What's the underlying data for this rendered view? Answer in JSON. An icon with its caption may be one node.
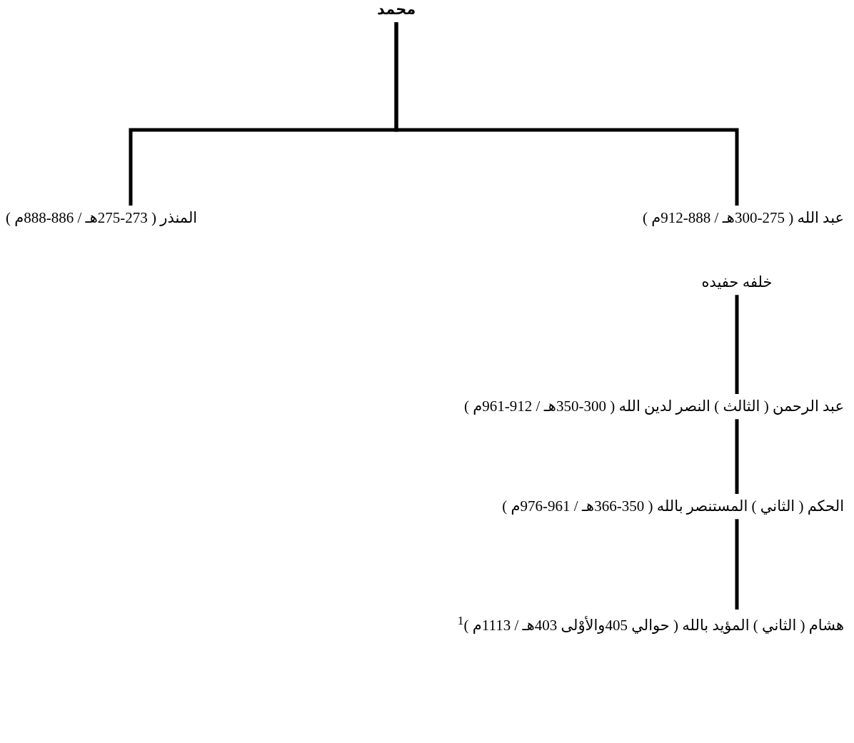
{
  "diagram": {
    "nodes": [
      {
        "text": [
          "محمد"
        ]
      },
      {
        "text": [
          "عبد الله ( 275-300هـ / 888-912م )"
        ]
      },
      {
        "text": [
          "المنذر ( 273-275هـ / 886-888م )"
        ]
      },
      {
        "text": [
          "خلفه حفيده"
        ]
      },
      {
        "text": [
          "عبد الرحمن ( الثالث ) النصر لدين الله ( 300-350هـ / 912-961م )"
        ]
      },
      {
        "text": [
          "الحكم ( الثاني ) المستنصر بالله ( 350-366هـ / 961-976م )"
        ]
      },
      {
        "text": [
          "هشام ( الثاني ) المؤيد بالله ( حوالي 405والأوْلى 403هـ / 1113م )$^{1}$"
        ]
      }
    ],
    "edges": [
      {
        "from": 0,
        "to": 1,
        "arrow": "none"
      },
      {
        "from": 0,
        "to": 2,
        "arrow": "none"
      },
      {
        "from": 3,
        "to": 4,
        "arrow": "none"
      },
      {
        "from": 4,
        "to": 5,
        "arrow": "none"
      },
      {
        "from": 5,
        "to": 6,
        "arrow": "none"
      }
    ]
  }
}
